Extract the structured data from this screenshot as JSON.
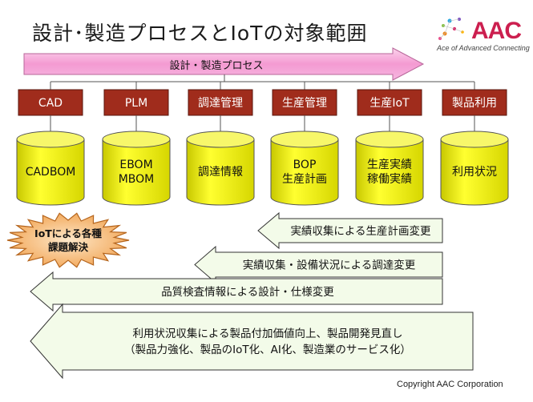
{
  "header": {
    "title": "設計･製造プロセスとIoTの対象範囲",
    "logo_text": "AAC",
    "logo_subtitle": "Ace of Advanced Connecting"
  },
  "process_arrow": {
    "label": "設計・製造プロセス",
    "color": "#f6a8d8"
  },
  "stages": [
    {
      "label": "CAD",
      "data_lines": [
        "CADBOM"
      ]
    },
    {
      "label": "PLM",
      "data_lines": [
        "EBOM",
        "MBOM"
      ]
    },
    {
      "label": "調達管理",
      "data_lines": [
        "調達情報"
      ]
    },
    {
      "label": "生産管理",
      "data_lines": [
        "BOP",
        "生産計画"
      ]
    },
    {
      "label": "生産IoT",
      "data_lines": [
        "生産実績",
        "稼働実績"
      ]
    },
    {
      "label": "製品利用",
      "data_lines": [
        "利用状況"
      ]
    }
  ],
  "badge": {
    "lines": [
      "IoTによる各種",
      "課題解決"
    ]
  },
  "feedback_arrows": [
    {
      "lines": [
        "実績収集による生産計画変更"
      ]
    },
    {
      "lines": [
        "実績収集・設備状況による調達変更"
      ]
    },
    {
      "lines": [
        "品質検査情報による設計・仕様変更"
      ]
    },
    {
      "lines": [
        "利用状況収集による製品付加価値向上、製品開発見直し",
        "（製品力強化、製品のIoT化、AI化、製造業のサービス化）"
      ]
    }
  ],
  "colors": {
    "stage_box": "#a02c1c",
    "cylinder": "#f2f200",
    "arrow_fill": "#f3fbe9"
  },
  "footer": {
    "copyright": "Copyright AAC Corporation"
  }
}
